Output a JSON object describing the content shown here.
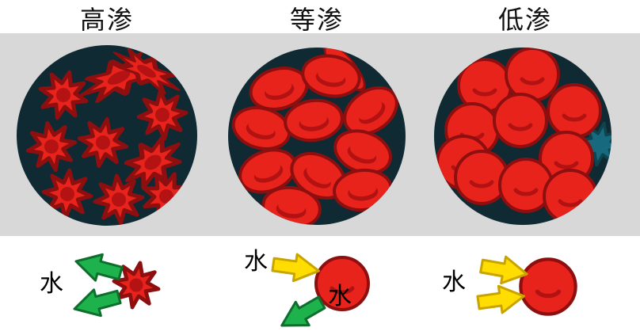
{
  "columns": [
    {
      "key": "hypertonic",
      "label": "高渗"
    },
    {
      "key": "isotonic",
      "label": "等渗"
    },
    {
      "key": "hypotonic",
      "label": "低渗"
    }
  ],
  "water_labels": {
    "hypertonic_out": "水",
    "isotonic_in": "水",
    "isotonic_out": "水",
    "hypotonic_in": "水"
  },
  "colors": {
    "cell_red": "#e8231c",
    "cell_outline": "#8e0f0f",
    "cell_shadow": "#b31212",
    "microscope_background": "#0f2a33",
    "band_gray": "#d8d8d8",
    "arrow_in_yellow": "#ffdd00",
    "arrow_in_outline": "#c9a400",
    "arrow_out_green": "#1db24b",
    "arrow_out_outline": "#0d6e2d",
    "debris_teal": "#17697d"
  }
}
